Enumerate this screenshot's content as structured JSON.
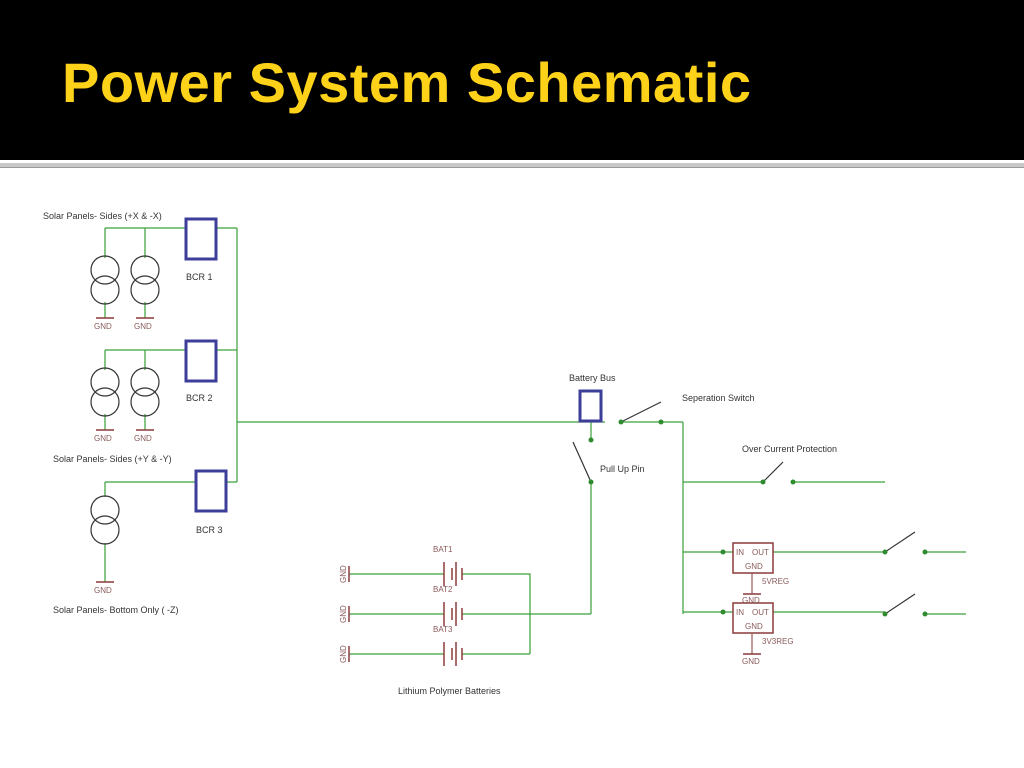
{
  "slide": {
    "title": "Power System Schematic"
  },
  "colors": {
    "title_bar": "#000000",
    "title_text": "#ffd21a",
    "wire": "#3aa03a",
    "node": "#2e8b2e",
    "symbol": "#8b3a3a",
    "bcr_box": "#3d3d9a",
    "label": "#333333"
  },
  "labels": {
    "solar_sides_x": "Solar Panels- Sides (+X & -X)",
    "solar_sides_y": "Solar Panels- Sides (+Y & -Y)",
    "solar_bottom": "Solar Panels- Bottom Only ( -Z)",
    "bcr1": "BCR 1",
    "bcr2": "BCR 2",
    "bcr3": "BCR 3",
    "battery_bus": "Battery Bus",
    "separation_switch": "Seperation Switch",
    "pull_up_pin": "Pull Up Pin",
    "over_current": "Over Current Protection",
    "bat1": "BAT1",
    "bat2": "BAT2",
    "bat3": "BAT3",
    "batteries": "Lithium Polymer Batteries",
    "reg5": "5VREG",
    "reg33": "3V3REG",
    "reg_in": "IN",
    "reg_out": "OUT",
    "gnd": "GND"
  }
}
